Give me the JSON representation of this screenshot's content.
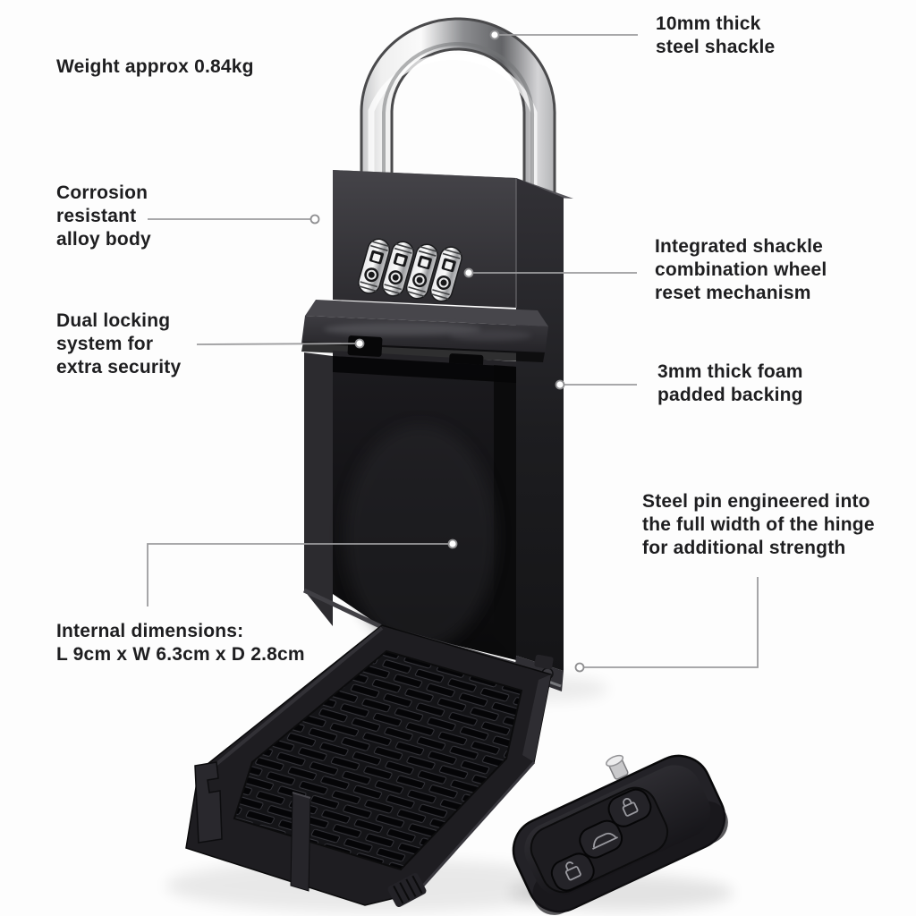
{
  "page": {
    "background_color": "#fdfdfd",
    "text_color": "#1e1e20",
    "leader_line_color": "#9c9c9e"
  },
  "product": {
    "kind": "portable key safe lock box with combination padlock shackle",
    "state": "open, door folded down, car key fob beside it",
    "combination_wheel_count": 4,
    "colors": {
      "body": "#2e2d31",
      "body_dark": "#161618",
      "shackle_chrome": "#d9d9db",
      "interior": "#0c0c0e",
      "key_fob": "#222126"
    }
  },
  "annotations": {
    "weight": {
      "text": "Weight approx 0.84kg"
    },
    "shackle": {
      "text": "10mm thick\nsteel shackle"
    },
    "alloy_body": {
      "text": "Corrosion\nresistant\nalloy body"
    },
    "reset": {
      "text": "Integrated shackle\ncombination wheel\nreset mechanism"
    },
    "locking": {
      "text": "Dual locking\nsystem for\nextra security"
    },
    "foam": {
      "text": "3mm thick foam\npadded backing"
    },
    "steel_pin": {
      "text": "Steel pin engineered into\nthe full width of the hinge\nfor additional strength"
    },
    "dimensions": {
      "text": "Internal dimensions:\nL 9cm x W 6.3cm x D 2.8cm"
    }
  }
}
